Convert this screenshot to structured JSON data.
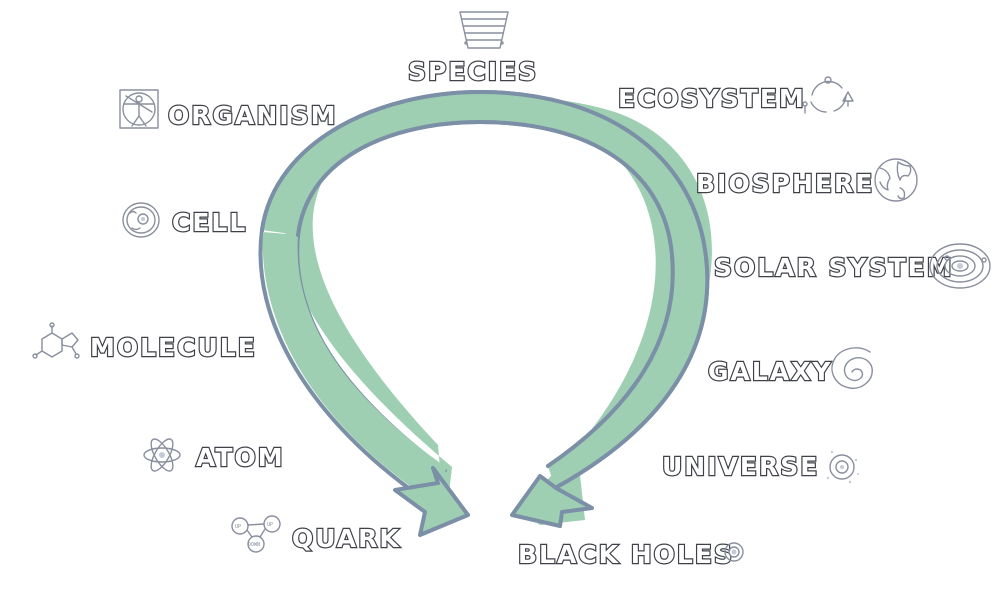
{
  "diagram": {
    "labels": {
      "species": "SPECIES",
      "organism": "ORGANISM",
      "cell": "CELL",
      "molecule": "MOLECULE",
      "atom": "ATOM",
      "quark": "QUARK",
      "ecosystem": "ECOSYSTEM",
      "biosphere": "BIOSPHERE",
      "solar_system": "SOLAR SYSTEM",
      "galaxy": "GALAXY",
      "universe": "UNIVERSE",
      "black_holes": "BLACK HOLES"
    },
    "quark_icon_text": {
      "up_left": "UP",
      "up_right": "UP",
      "down": "DOWN"
    },
    "icons": {
      "species": "taxonomy-pyramid-icon",
      "organism": "vitruvian-man-icon",
      "cell": "cell-icon",
      "molecule": "molecule-icon",
      "atom": "atom-icon",
      "quark": "quark-icon",
      "ecosystem": "ecosystem-cycle-icon",
      "biosphere": "globe-icon",
      "solar_system": "solar-system-icon",
      "galaxy": "spiral-galaxy-icon",
      "universe": "universe-icon",
      "black_holes": "black-hole-icon"
    },
    "colors": {
      "arrow_fill": "#9ecfb2",
      "arrow_outline": "#7b8fa6",
      "label_text": "#3f4148",
      "icon_stroke": "#8a8f9e"
    }
  }
}
